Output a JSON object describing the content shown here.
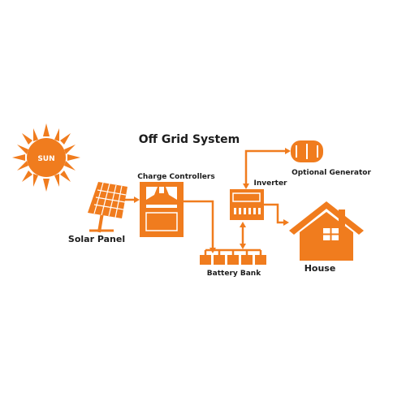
{
  "title": "Off Grid System",
  "sun": {
    "label": "SUN",
    "icon": "sun-icon"
  },
  "components": {
    "solar_panel": {
      "label": "Solar Panel",
      "icon": "solar-panel-icon"
    },
    "charge_controllers": {
      "label": "Charge Controllers",
      "icon": "charge-controller-icon"
    },
    "inverter": {
      "label": "Inverter",
      "icon": "inverter-icon"
    },
    "optional_generator": {
      "label": "Optional Generator",
      "icon": "generator-icon"
    },
    "battery_bank": {
      "label": "Battery Bank",
      "icon": "battery-bank-icon"
    },
    "house": {
      "label": "House",
      "icon": "house-icon"
    }
  },
  "colors": {
    "accent": "#f07c1e",
    "dark_accent": "#c65a0c",
    "text": "#1c1c1c",
    "background": "#ffffff"
  }
}
